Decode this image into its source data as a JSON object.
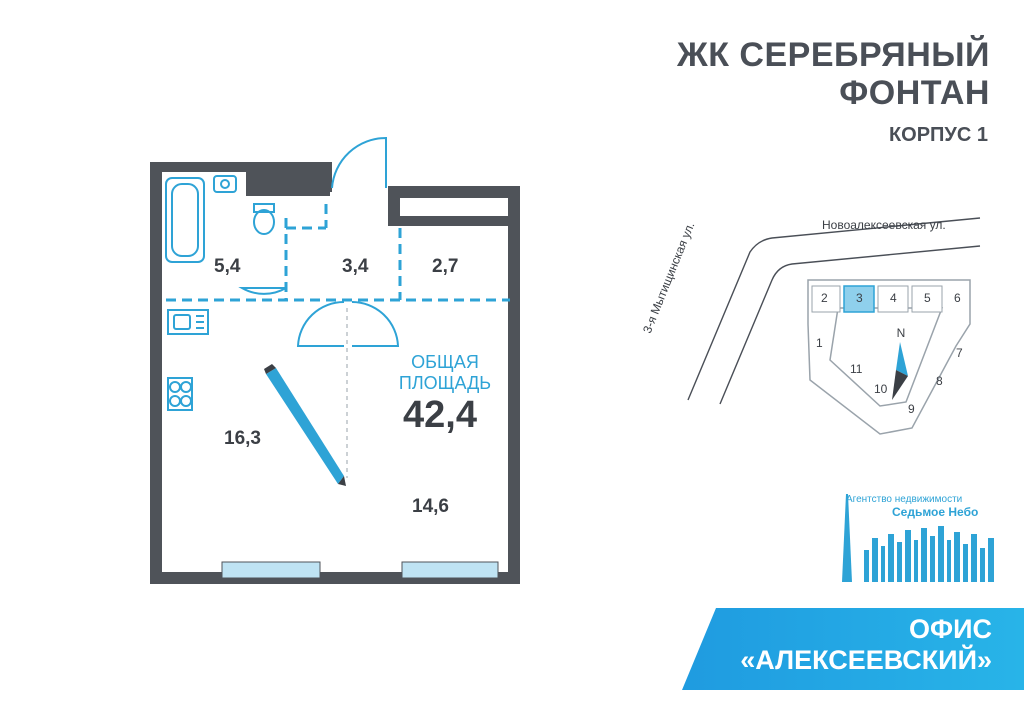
{
  "header": {
    "title_line1": "ЖК СЕРЕБРЯНЫЙ",
    "title_line2": "ФОНТАН",
    "corpus": "КОРПУС 1"
  },
  "plan": {
    "rooms": {
      "bathroom": "5,4",
      "hall": "3,4",
      "storage": "2,7",
      "kitchen": "16,3",
      "living": "14,6"
    },
    "total_caption_line1": "ОБЩАЯ",
    "total_caption_line2": "ПЛОЩАДЬ",
    "total_value": "42,4"
  },
  "location_map": {
    "street_top": "Новоалексеевская ул.",
    "street_left": "3-я Мытищинская ул.",
    "north": "N",
    "buildings": [
      "1",
      "2",
      "3",
      "4",
      "5",
      "6",
      "7",
      "8",
      "9",
      "10",
      "11"
    ],
    "highlighted_building": "3"
  },
  "agency": {
    "line1": "Агентство недвижимости",
    "line2": "Седьмое Небо"
  },
  "office": {
    "line1": "ОФИС",
    "line2": "«АЛЕКСЕЕВСКИЙ»"
  },
  "colors": {
    "accent": "#2ea3d6",
    "wall": "#4f5359",
    "window": "#bfe3f3",
    "text": "#4a4f57"
  }
}
